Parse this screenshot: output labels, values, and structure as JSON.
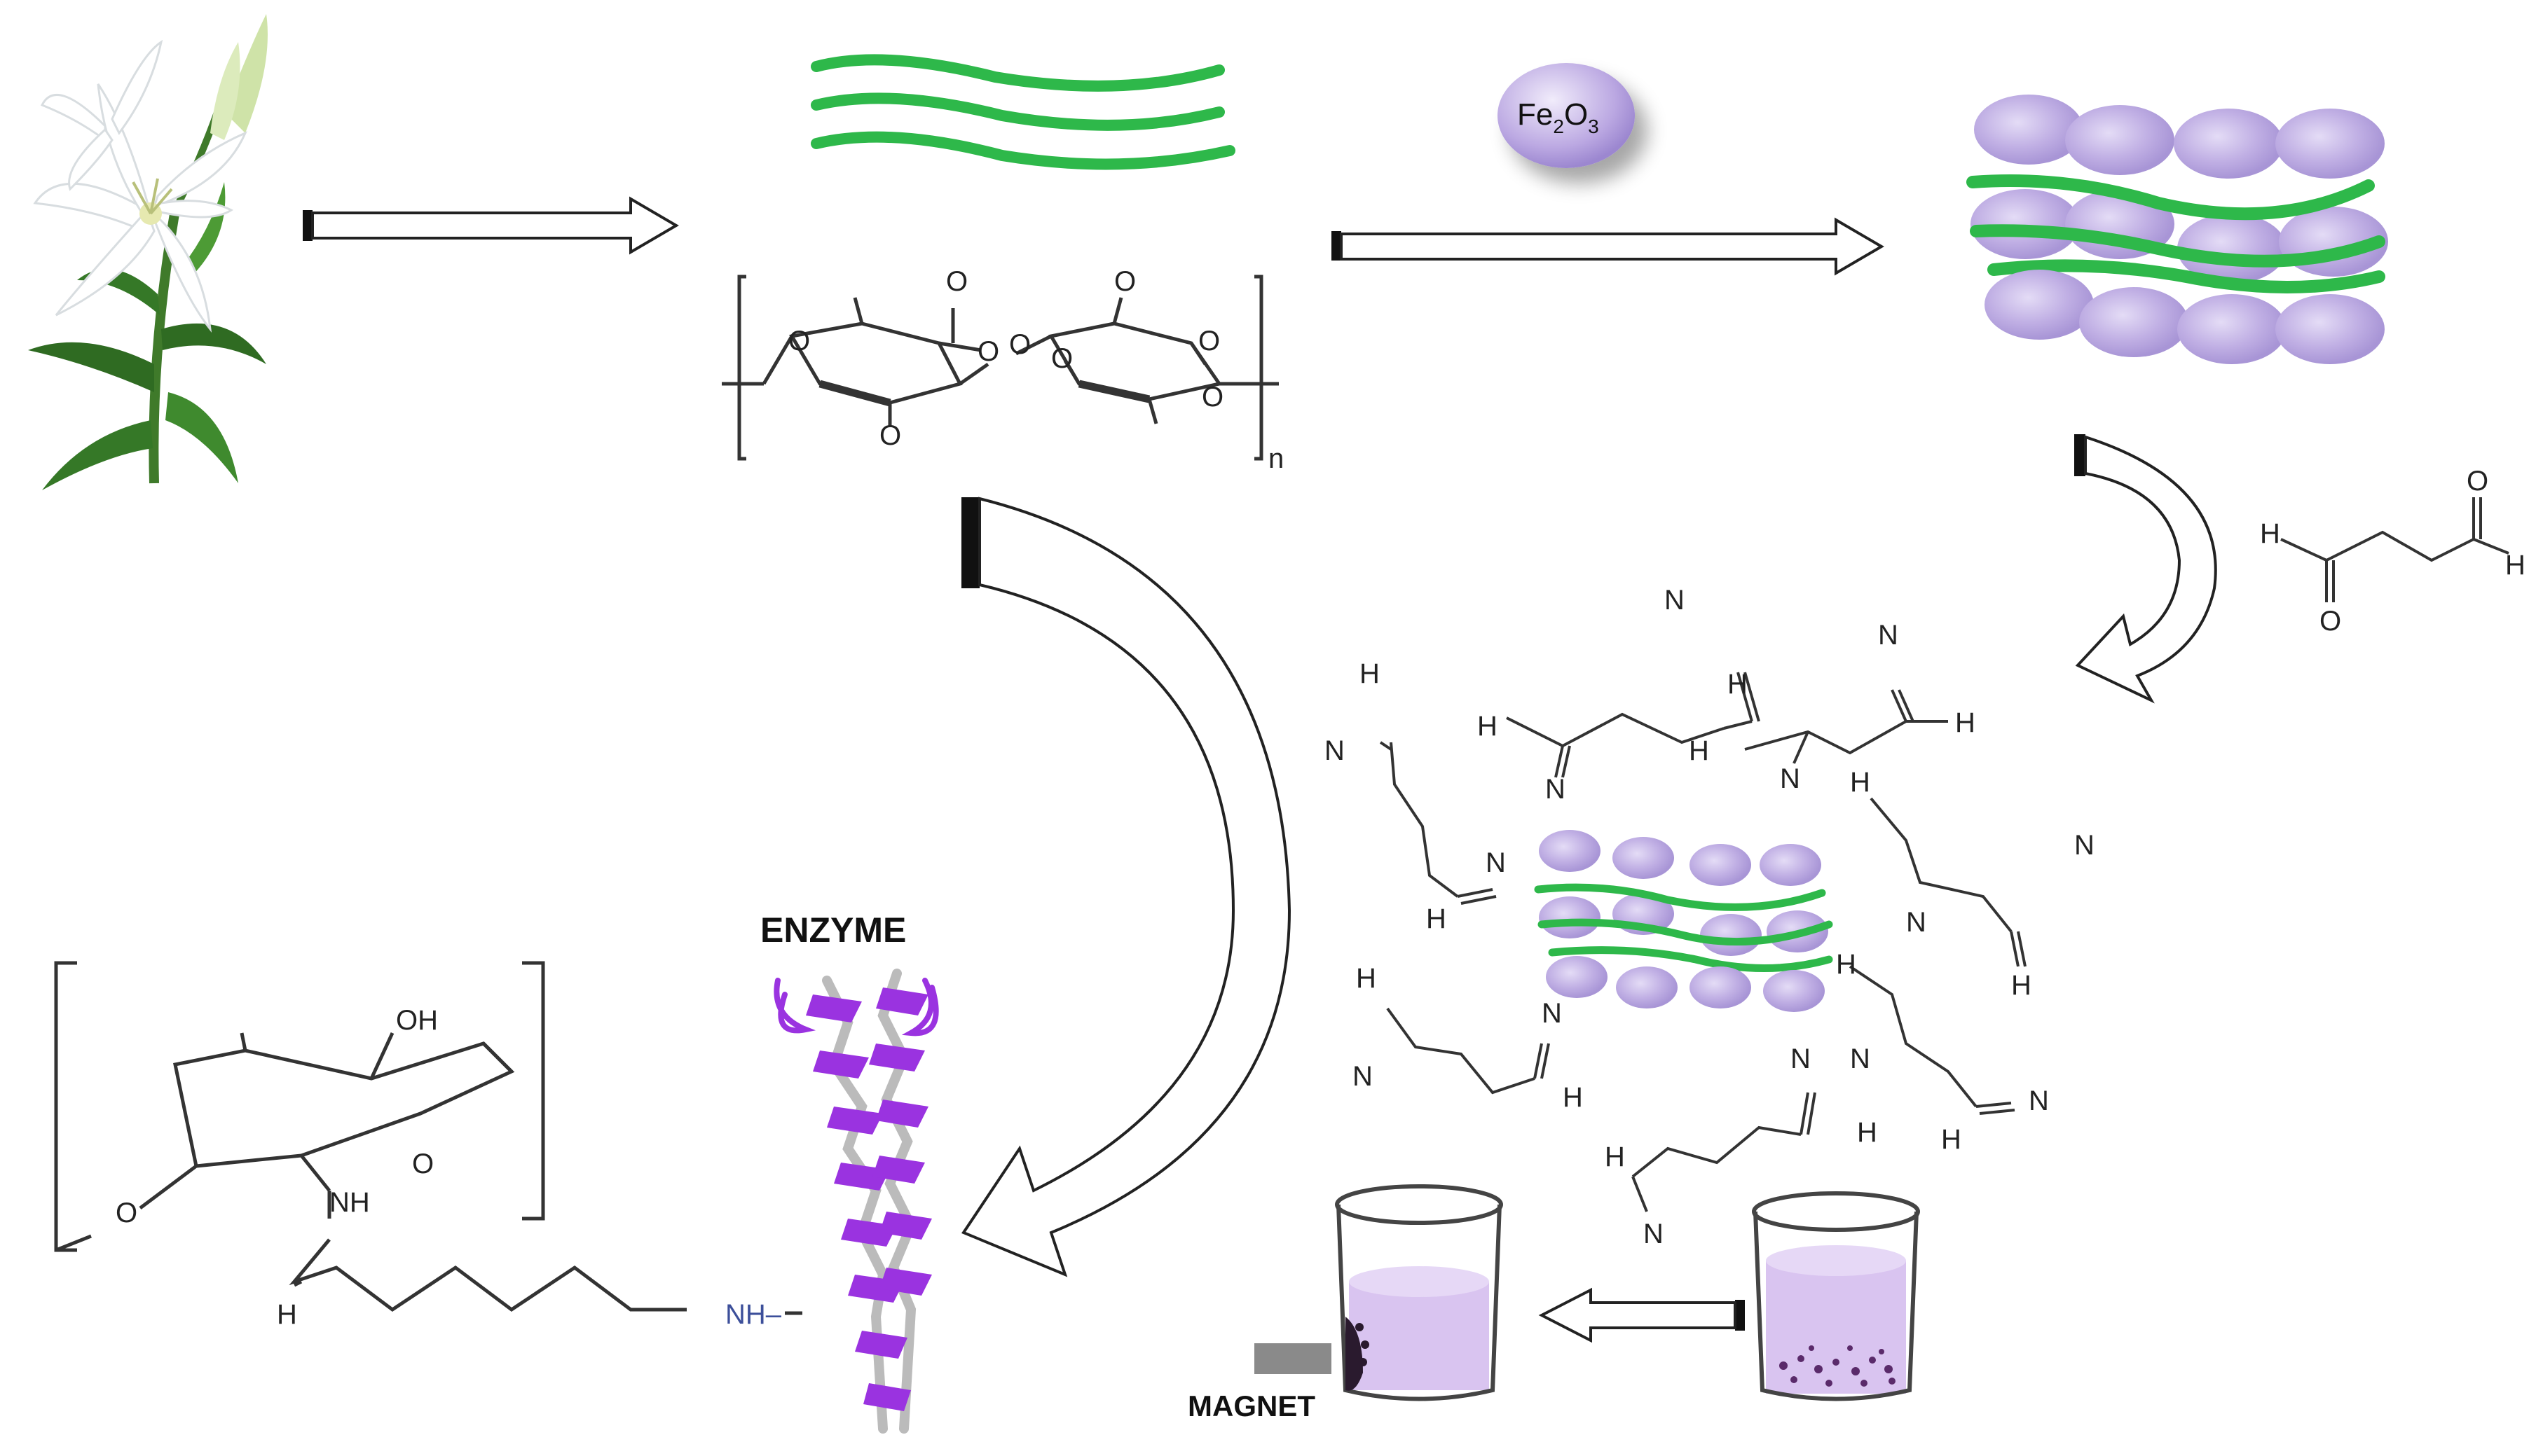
{
  "labels": {
    "fe2o3_base": "Fe",
    "fe2o3_sub1": "2",
    "fe2o3_mid": "O",
    "fe2o3_sub2": "3",
    "enzyme": "ENZYME",
    "magnet": "MAGNET",
    "oh": "OH",
    "nh": "NH",
    "o": "O",
    "h": "H",
    "nh_link": "NH–",
    "n": "N",
    "n_subscript": "n"
  },
  "colors": {
    "fiber_green": "#2eb84a",
    "particle_purple": "#b9a6e0",
    "enzyme_purple": "#9a33e0",
    "liquid_purple": "#d9c4f0",
    "link_blue": "#3c4f9a",
    "magnet_gray": "#8a8a8a"
  },
  "icons": {
    "flower": "white-lily-icon",
    "arrow": "hollow-arrow-icon",
    "curved_arrow": "curved-arrow-icon",
    "beaker": "beaker-icon",
    "enzyme": "helix-protein-icon"
  }
}
